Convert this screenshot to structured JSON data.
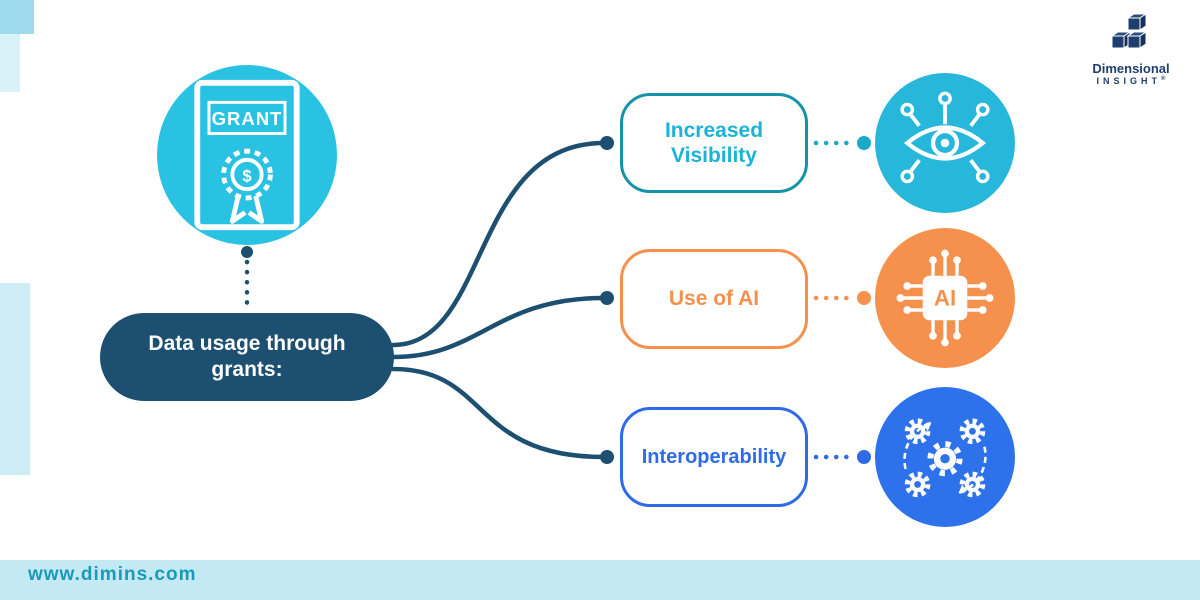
{
  "brand": {
    "name_line1": "Dimensional",
    "name_line2": "INSIGHT",
    "registered_mark": "®",
    "website": "www.dimins.com"
  },
  "root_node": {
    "label": "Data usage through grants:"
  },
  "grant_badge": {
    "icon": "grant-certificate-icon",
    "certificate_text": "GRANT",
    "seal_symbol": "$"
  },
  "branches": [
    {
      "label": "Increased Visibility",
      "accent_color": "#1cb3d4",
      "icon": "eye-network-icon"
    },
    {
      "label": "Use of AI",
      "accent_color": "#f6914d",
      "icon": "ai-chip-icon",
      "chip_label": "AI"
    },
    {
      "label": "Interoperability",
      "accent_color": "#2e6be6",
      "icon": "gears-cycle-icon"
    }
  ],
  "colors": {
    "navy": "#1d4f70",
    "grant_circle_cyan": "#29c2e2",
    "visibility_circle": "#26b7da",
    "ai_circle_orange": "#f6914d",
    "interoperability_circle_blue": "#2d72ea",
    "light_blue_decor": "#cdecf6",
    "bottom_band": "#c3e9f4",
    "website_text": "#1a9ab6"
  }
}
